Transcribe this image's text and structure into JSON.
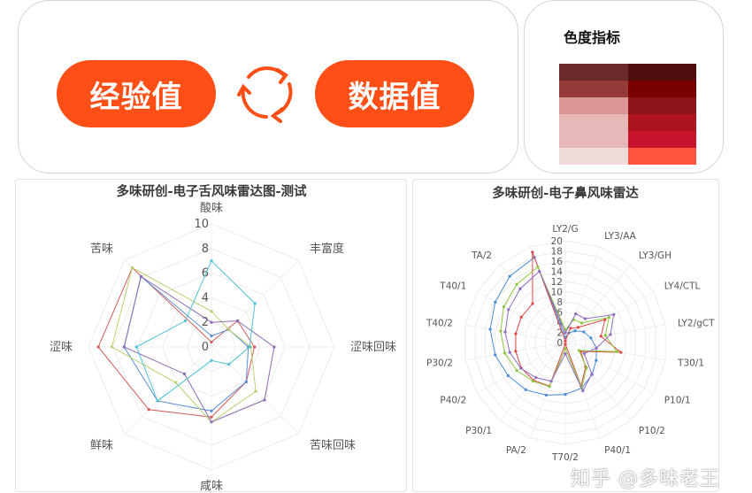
{
  "top": {
    "left_pill": "经验值",
    "right_pill": "数据值",
    "accent": "#ff4f17",
    "icon": "cycle-arrows-icon"
  },
  "color_index": {
    "title": "色度指标",
    "left_column": [
      "#6a2a2a",
      "#953a38",
      "#d99694",
      "#e6b9b8",
      "#f2dcdb"
    ],
    "right_column": [
      "#4f0d0d",
      "#7a0000",
      "#8e1219",
      "#ad141e",
      "#c5142c",
      "#ff5340"
    ]
  },
  "watermark": "知乎 @多味老王",
  "chart_data": [
    {
      "type": "radar",
      "title": "多味研创-电子舌风味雷达图-测试",
      "categories": [
        "酸味",
        "丰富度",
        "涩味回味",
        "苦味回味",
        "咸味",
        "鲜味",
        "涩味",
        "苦味"
      ],
      "rlim": [
        0,
        10
      ],
      "ticks": [
        "0",
        "2",
        "4",
        "6",
        "8",
        "10"
      ],
      "grid": true,
      "series": [
        {
          "color": "#d25c5c",
          "values": [
            0.4,
            3.0,
            3.5,
            4.0,
            5.7,
            7.2,
            9.2,
            9.1
          ]
        },
        {
          "color": "#5b8ed0",
          "values": [
            0.9,
            2.0,
            3.0,
            4.0,
            5.2,
            6.2,
            7.1,
            8.1
          ]
        },
        {
          "color": "#b8d070",
          "values": [
            2.9,
            2.0,
            3.2,
            5.1,
            6.1,
            4.1,
            8.1,
            9.1
          ]
        },
        {
          "color": "#8c6bb1",
          "values": [
            2.0,
            3.0,
            5.1,
            6.1,
            6.1,
            3.1,
            7.1,
            8.1
          ]
        },
        {
          "color": "#4fc1d6",
          "values": [
            7.0,
            5.0,
            3.1,
            2.0,
            1.1,
            6.2,
            6.1,
            3.0
          ]
        }
      ]
    },
    {
      "type": "radar",
      "title": "多味研创-电子鼻风味雷达",
      "categories": [
        "LY2/G",
        "LY3/AA",
        "LY3/GH",
        "LY4/CTL",
        "LY2/gCT",
        "T30/1",
        "P10/1",
        "P10/2",
        "P40/1",
        "T70/2",
        "PA/2",
        "P30/1",
        "P40/2",
        "P30/2",
        "T40/2",
        "T40/1",
        "TA/2",
        ""
      ],
      "rlim": [
        0,
        20
      ],
      "ticks": [
        "0",
        "2",
        "4",
        "6",
        "8",
        "10",
        "12",
        "14",
        "16",
        "18",
        "20"
      ],
      "grid": true,
      "series": [
        {
          "color": "#4a8bd6",
          "values": [
            1,
            2,
            3,
            4.2,
            5.1,
            6.2,
            7,
            8.2,
            9.5,
            10.2,
            11,
            12.1,
            13,
            14,
            15,
            15.9,
            17,
            17.8
          ]
        },
        {
          "color": "#e04848",
          "values": [
            0.3,
            3,
            3.9,
            9,
            7.1,
            11.1,
            3.5,
            6.2,
            9.1,
            0.3,
            9.1,
            9.7,
            10,
            9.9,
            9.9,
            10,
            10,
            18.9
          ]
        },
        {
          "color": "#8cc63f",
          "values": [
            2.5,
            4.8,
            5,
            9.9,
            8,
            10.3,
            3.1,
            6.5,
            9.4,
            1.2,
            9.2,
            9.9,
            11,
            12.1,
            12.9,
            14,
            14.9,
            15.8
          ]
        },
        {
          "color": "#8e6cc0",
          "values": [
            1.9,
            6,
            6.1,
            11,
            9,
            6.2,
            4.3,
            8.1,
            10.1,
            2.2,
            8.1,
            9,
            10.1,
            11.1,
            12,
            12.9,
            13.8,
            14.9
          ]
        }
      ]
    }
  ]
}
